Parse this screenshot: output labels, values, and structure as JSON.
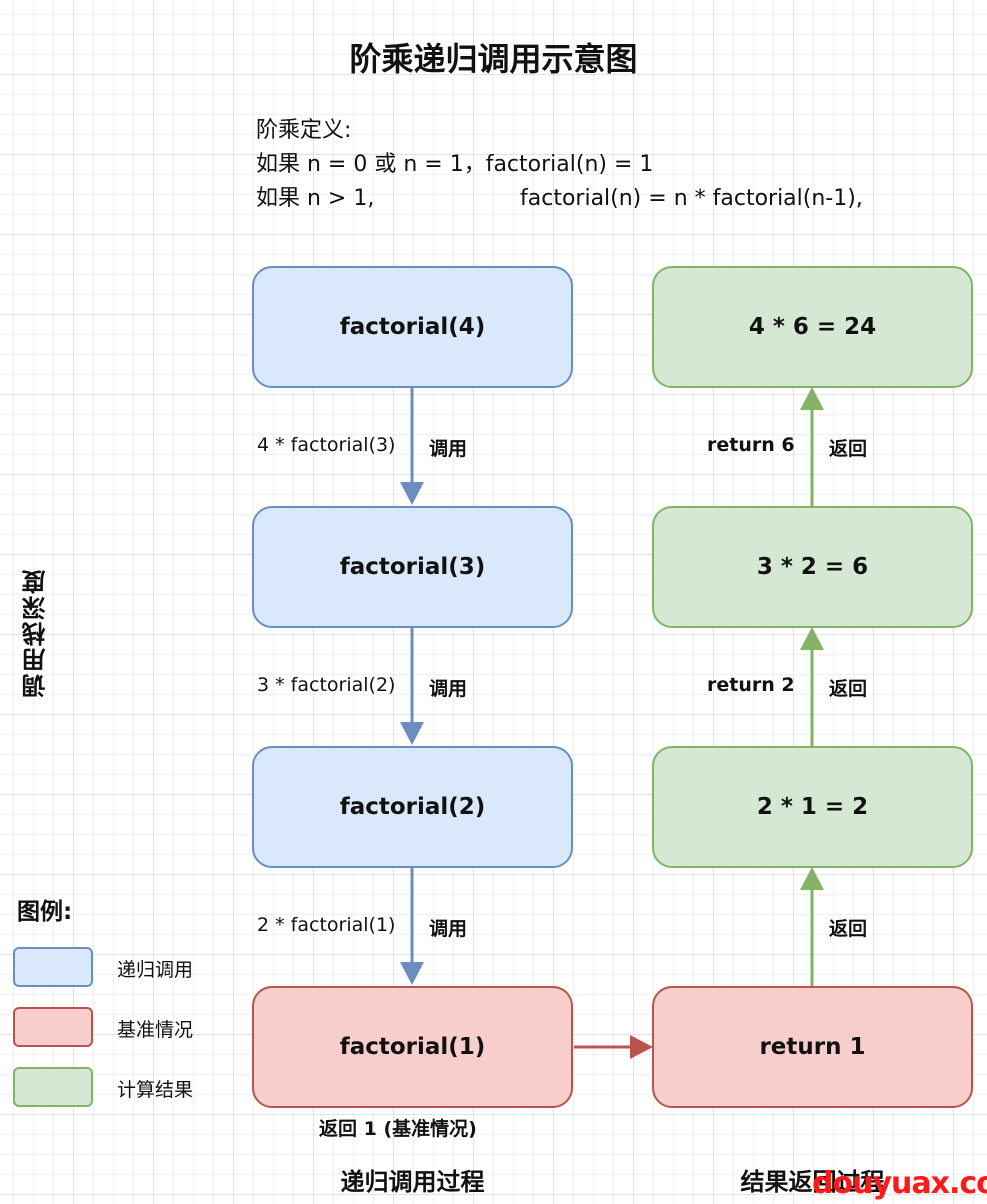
{
  "title": "阶乘递归调用示意图",
  "definition": {
    "line1": "阶乘定义:",
    "line2": "如果 n = 0 或 n = 1，factorial(n) = 1",
    "line3_a": "如果 n > 1,",
    "line3_b": "factorial(n) = n * factorial(n-1),"
  },
  "side_label": "调用栈深度",
  "call_boxes": [
    "factorial(4)",
    "factorial(3)",
    "factorial(2)",
    "factorial(1)"
  ],
  "result_boxes": [
    "4 * 6 = 24",
    "3 * 2 = 6",
    "2 * 1 = 2",
    "return 1"
  ],
  "call_edges": [
    {
      "expr": "4 * factorial(3)",
      "tag": "调用"
    },
    {
      "expr": "3 * factorial(2)",
      "tag": "调用"
    },
    {
      "expr": "2 * factorial(1)",
      "tag": "调用"
    }
  ],
  "return_edges": [
    {
      "value": "return 6",
      "tag": "返回"
    },
    {
      "value": "return 2",
      "tag": "返回"
    },
    {
      "value": "",
      "tag": "返回"
    }
  ],
  "base_note": "返回 1 (基准情况)",
  "legend": {
    "title": "图例:",
    "items": [
      "递归调用",
      "基准情况",
      "计算结果"
    ]
  },
  "colors": {
    "recursive_fill": "#dae8fc",
    "recursive_stroke": "#6c8ebf",
    "base_fill": "#f8cecc",
    "base_stroke": "#b85450",
    "result_fill": "#d5e8d4",
    "result_stroke": "#82b366"
  },
  "footer": {
    "left": "递归调用过程",
    "right": "结果返回过程"
  },
  "watermark": "douyuax.com"
}
